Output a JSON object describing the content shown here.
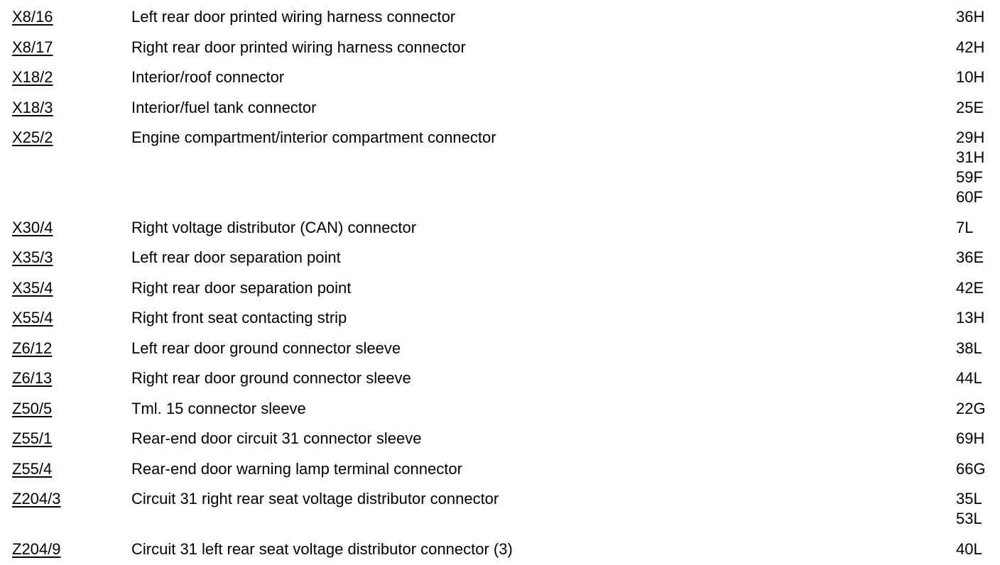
{
  "rows": [
    {
      "code": "X8/16",
      "description": "Left rear door printed wiring harness connector",
      "locations": [
        "36H"
      ]
    },
    {
      "code": "X8/17",
      "description": "Right rear door printed wiring harness connector",
      "locations": [
        "42H"
      ]
    },
    {
      "code": "X18/2",
      "description": "Interior/roof connector",
      "locations": [
        "10H"
      ]
    },
    {
      "code": "X18/3",
      "description": "Interior/fuel tank connector",
      "locations": [
        "25E"
      ]
    },
    {
      "code": "X25/2",
      "description": "Engine compartment/interior compartment connector",
      "locations": [
        "29H",
        "31H",
        "59F",
        "60F"
      ]
    },
    {
      "code": "X30/4",
      "description": "Right voltage distributor (CAN) connector",
      "locations": [
        "7L"
      ]
    },
    {
      "code": "X35/3",
      "description": "Left rear door separation point",
      "locations": [
        "36E"
      ]
    },
    {
      "code": "X35/4",
      "description": "Right rear door separation point",
      "locations": [
        "42E"
      ]
    },
    {
      "code": "X55/4",
      "description": "Right front seat contacting strip",
      "locations": [
        "13H"
      ]
    },
    {
      "code": "Z6/12",
      "description": "Left rear door ground connector sleeve",
      "locations": [
        "38L"
      ]
    },
    {
      "code": "Z6/13",
      "description": "Right rear door ground connector sleeve",
      "locations": [
        "44L"
      ]
    },
    {
      "code": "Z50/5",
      "description": "Tml. 15 connector sleeve",
      "locations": [
        "22G"
      ]
    },
    {
      "code": "Z55/1",
      "description": "Rear-end door circuit 31 connector sleeve",
      "locations": [
        "69H"
      ]
    },
    {
      "code": "Z55/4",
      "description": "Rear-end door warning lamp terminal connector",
      "locations": [
        "66G"
      ]
    },
    {
      "code": "Z204/3",
      "description": "Circuit 31 right rear seat voltage distributor connector",
      "locations": [
        "35L",
        "53L"
      ]
    },
    {
      "code": "Z204/9",
      "description": "Circuit 31 left rear seat voltage distributor connector (3)",
      "locations": [
        "40L"
      ]
    }
  ]
}
